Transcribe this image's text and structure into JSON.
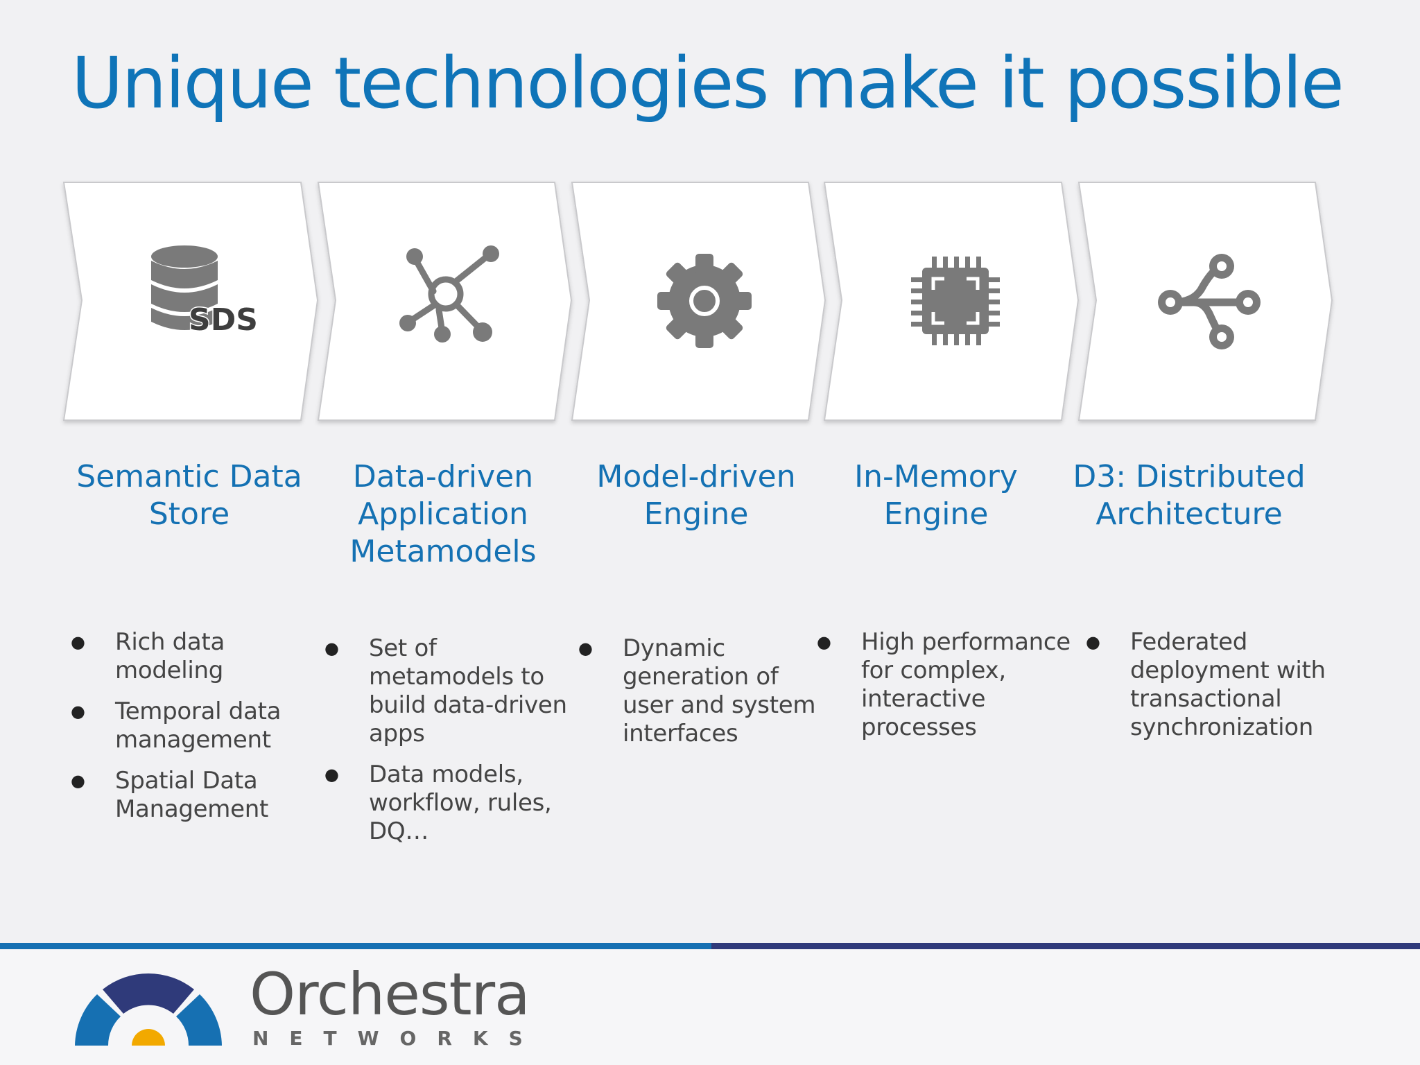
{
  "slide": {
    "title": "Unique technologies make it possible"
  },
  "columns": [
    {
      "icon": "database-sds-icon",
      "icon_text": "SDS",
      "title_lines": [
        "Semantic Data",
        "Store"
      ],
      "bullets": [
        [
          "Rich data",
          "modeling"
        ],
        [
          "Temporal data",
          "management"
        ],
        [
          "Spatial Data",
          "Management"
        ]
      ]
    },
    {
      "icon": "network-hub-icon",
      "title_lines": [
        "Data-driven",
        "Application",
        "Metamodels"
      ],
      "bullets": [
        [
          "Set of",
          "metamodels to",
          "build data-driven",
          "apps"
        ],
        [
          "Data models,",
          "workflow, rules,",
          "DQ…"
        ]
      ]
    },
    {
      "icon": "gear-icon",
      "title_lines": [
        "Model-driven",
        "Engine"
      ],
      "bullets": [
        [
          "Dynamic",
          "generation of",
          "user and system",
          "interfaces"
        ]
      ]
    },
    {
      "icon": "cpu-chip-icon",
      "title_lines": [
        "In-Memory",
        "Engine"
      ],
      "bullets": [
        [
          "High performance",
          "for complex,",
          "interactive",
          "processes"
        ]
      ]
    },
    {
      "icon": "share-icon",
      "title_lines": [
        "D3: Distributed",
        "Architecture"
      ],
      "bullets": [
        [
          "Federated",
          "deployment with",
          "transactional",
          "synchronization"
        ]
      ]
    }
  ],
  "colors": {
    "title_blue": "#0f74b8",
    "icon_gray": "#7a7a7a",
    "footer_blue": "#1670b2",
    "footer_navy": "#2f3a7a",
    "logo_blue": "#1670b2",
    "logo_navy": "#2f3a7a",
    "logo_gold": "#f2a900"
  },
  "footer": {
    "logo_word": "Orchestra",
    "logo_sub": "NETWORKS"
  }
}
